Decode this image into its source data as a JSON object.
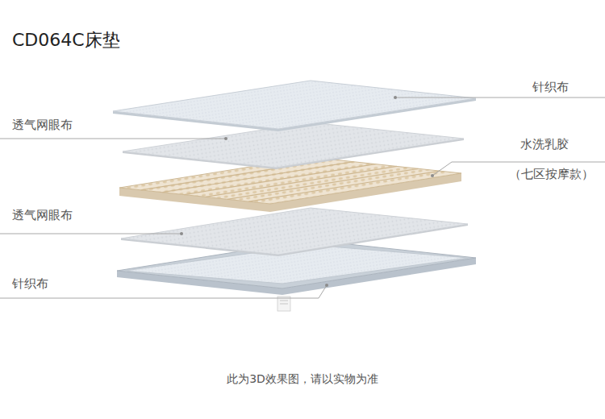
{
  "diagram": {
    "title": "CD064C床垫",
    "caption": "此为3D效果图，请以实物为准",
    "labels": [
      "针织布",
      "透气网眼布",
      "水洗乳胶",
      "（七区按摩款）",
      "透气网眼布",
      "针织布"
    ]
  }
}
